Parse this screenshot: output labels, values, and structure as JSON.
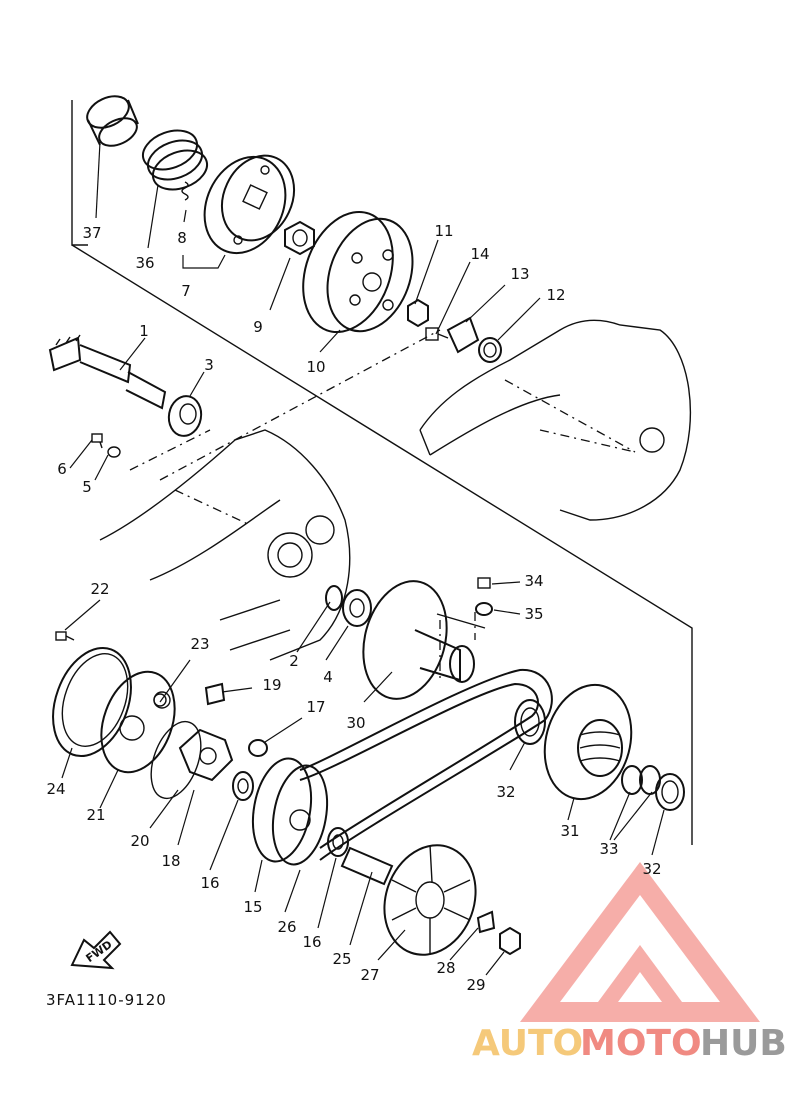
{
  "diagram_code": "3FA1110-9120",
  "fwd_label": "FWD",
  "watermark": {
    "part1": "AUTO",
    "part2": "MOTO",
    "part3": "HUB",
    "colors": {
      "part1": "#f5c97a",
      "part2": "#f08a82",
      "part3": "#9a9a9a",
      "triangle": "#f5a09a"
    }
  },
  "labels": {
    "l1": "1",
    "l2": "2",
    "l3": "3",
    "l4": "4",
    "l5": "5",
    "l6": "6",
    "l7": "7",
    "l8": "8",
    "l9": "9",
    "l10": "10",
    "l11": "11",
    "l12": "12",
    "l13": "13",
    "l14": "14",
    "l15": "15",
    "l16a": "16",
    "l16b": "16",
    "l17": "17",
    "l18": "18",
    "l19": "19",
    "l20": "20",
    "l21": "21",
    "l22": "22",
    "l23": "23",
    "l24": "24",
    "l25": "25",
    "l26": "26",
    "l27": "27",
    "l28": "28",
    "l29": "29",
    "l30": "30",
    "l31": "31",
    "l32a": "32",
    "l32b": "32",
    "l33": "33",
    "l34": "34",
    "l35": "35",
    "l36": "36",
    "l37": "37"
  }
}
